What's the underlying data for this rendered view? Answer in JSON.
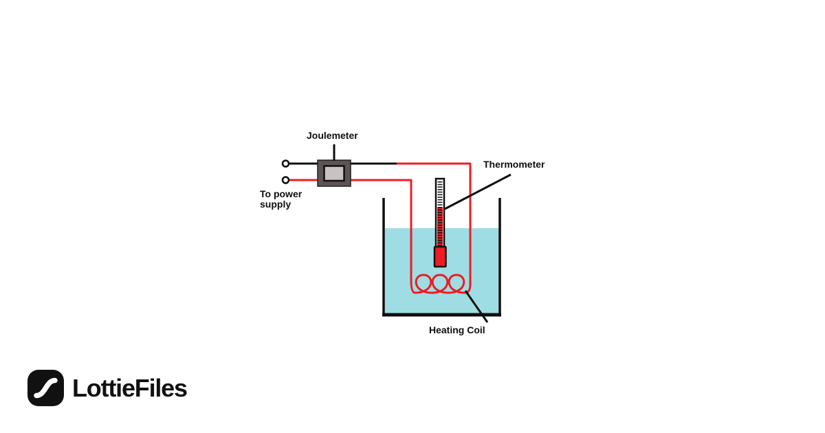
{
  "page": {
    "background": "#ffffff"
  },
  "diagram": {
    "labels": {
      "joulemeter": "Joulemeter",
      "power_supply": "To power\nsupply",
      "thermometer": "Thermometer",
      "heating_coil": "Heating Coil"
    },
    "colors": {
      "wire_red": "#ee1c23",
      "wire_black": "#0f0e0e",
      "water": "#9fdde4",
      "beaker_outline": "#0f0e0e",
      "joulemeter_body": "#5d5555",
      "joulemeter_screen": "#c9c2c2",
      "thermometer_fluid": "#ee1c23",
      "thermometer_outline": "#0f0e0e"
    }
  },
  "branding": {
    "logo_text": "LottieFiles",
    "logo_color": "#121111"
  }
}
